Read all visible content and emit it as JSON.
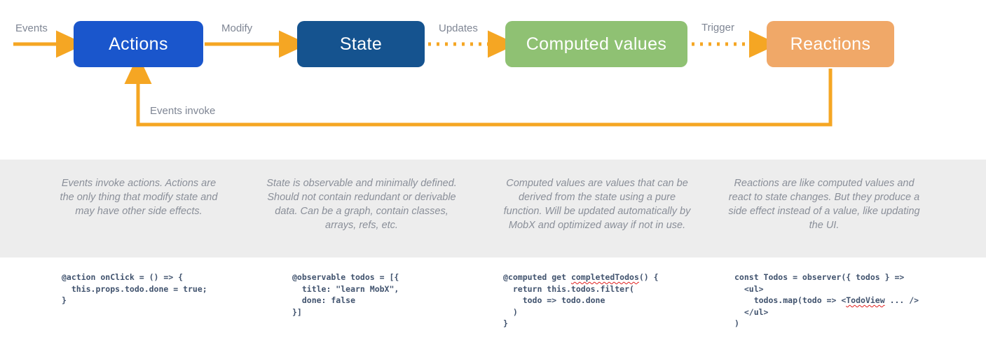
{
  "palette": {
    "actions_blue": "#1a56cc",
    "state_blue": "#15538f",
    "computed_green": "#8fc173",
    "reactions_orange": "#f0a868",
    "arrow_orange": "#f5a623",
    "band_gray": "#ededed",
    "label_gray": "#7f8694",
    "desc_gray": "#8a8f99",
    "code_slate": "#41536e",
    "spellcheck_red": "#e02020",
    "page_white": "#ffffff"
  },
  "flow": {
    "nodes": [
      {
        "id": "actions",
        "label": "Actions"
      },
      {
        "id": "state",
        "label": "State"
      },
      {
        "id": "computed",
        "label": "Computed values"
      },
      {
        "id": "reactions",
        "label": "Reactions"
      }
    ],
    "edges": [
      {
        "id": "events",
        "label": "Events",
        "style": "solid",
        "from": "outside",
        "to": "actions"
      },
      {
        "id": "modify",
        "label": "Modify",
        "style": "solid",
        "from": "actions",
        "to": "state"
      },
      {
        "id": "updates",
        "label": "Updates",
        "style": "dotted",
        "from": "state",
        "to": "computed"
      },
      {
        "id": "trigger",
        "label": "Trigger",
        "style": "dotted",
        "from": "computed",
        "to": "reactions"
      },
      {
        "id": "events-invoke",
        "label": "Events invoke",
        "style": "solid",
        "from": "reactions",
        "to": "actions"
      }
    ]
  },
  "descriptions": [
    "Events invoke actions. Actions are the only thing that modify state and may have other side effects.",
    "State is observable and minimally defined. Should not contain redundant or derivable data. Can be a graph, contain classes, arrays, refs, etc.",
    "Computed values are values that can be derived from the state using a pure function. Will be updated automatically by MobX and optimized away if not in use.",
    "Reactions are like computed values and react to state changes. But they produce a side effect instead of a value, like updating the UI."
  ],
  "code_samples": [
    {
      "id": "action-sample",
      "lines": [
        "@action onClick = () => {",
        "  this.props.todo.done = true;",
        "}"
      ]
    },
    {
      "id": "observable-sample",
      "lines": [
        "@observable todos = [{",
        "  title: \"learn MobX\",",
        "  done: false",
        "}]"
      ]
    },
    {
      "id": "computed-sample",
      "lines": [
        "@computed get completedTodos() {",
        "  return this.todos.filter(",
        "    todo => todo.done",
        "  )",
        "}"
      ],
      "misspelled": [
        "completedTodos"
      ]
    },
    {
      "id": "observer-sample",
      "lines": [
        "const Todos = observer({ todos } =>",
        "  <ul>",
        "    todos.map(todo => <TodoView ... />",
        "  </ul>",
        ")"
      ],
      "misspelled": [
        "TodoView"
      ]
    }
  ]
}
